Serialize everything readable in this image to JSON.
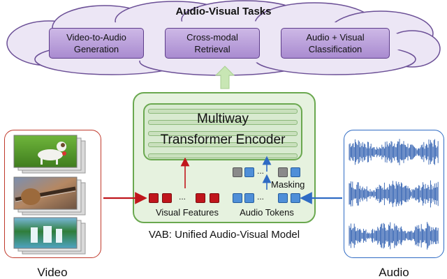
{
  "tasks": {
    "title": "Audio-Visual Tasks",
    "items": [
      {
        "label": "Video-to-Audio\nGeneration"
      },
      {
        "label": "Cross-modal\nRetrieval"
      },
      {
        "label": "Audio + Visual\nClassification"
      }
    ]
  },
  "model": {
    "encoder_line1": "Multiway",
    "encoder_line2": "Transformer Encoder",
    "visual_features": "Visual Features",
    "audio_tokens": "Audio Tokens",
    "masking": "Masking",
    "dots": "...",
    "caption": "VAB: Unified Audio-Visual Model"
  },
  "inputs": {
    "video_label": "Video",
    "audio_label": "Audio"
  },
  "colors": {
    "task_fill": "#b9a0da",
    "model_fill": "#e6f2df",
    "visual_token": "#c0161c",
    "audio_token": "#4f8fd8",
    "masked_token": "#8a8a8a",
    "video_border": "#c0392b",
    "audio_border": "#2f6bc4"
  }
}
